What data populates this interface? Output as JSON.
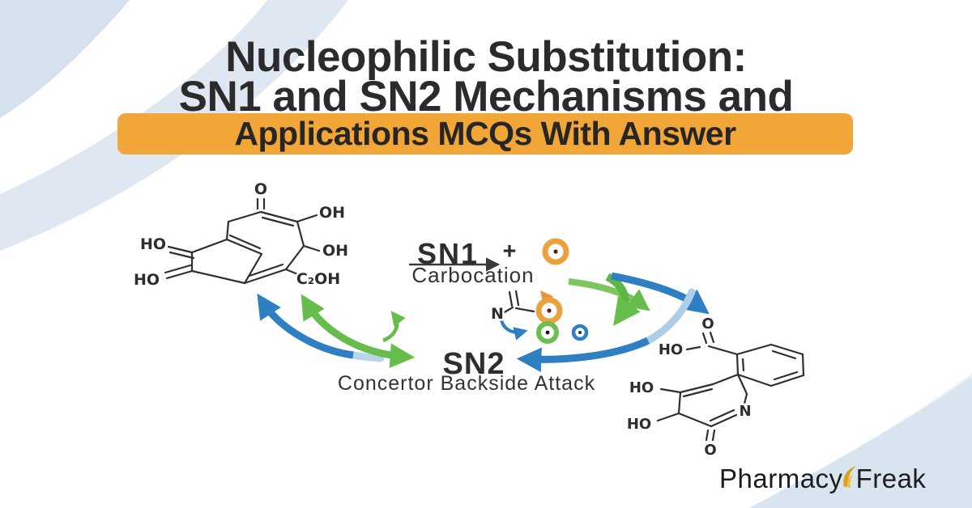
{
  "title": {
    "line1": "Nucleophilic Substitution:",
    "line2": "SN1 and SN2 Mechanisms and",
    "highlight": "Applications MCQs With Answer"
  },
  "mechanism_sn1": {
    "label": "SN1",
    "plus": "+",
    "description": "Carbocation"
  },
  "mechanism_sn2": {
    "label": "SN2",
    "description": "Concertor Backside Attack"
  },
  "molecule_left": {
    "o_top": "O",
    "oh_top_right": "OH",
    "oh_right": "OH",
    "c2oh": "C₂OH",
    "ho_top": "HO",
    "ho_bottom": "HO"
  },
  "fragment_center": {
    "n": "N"
  },
  "molecule_right": {
    "o_acid": "O",
    "ho_acid": "HO",
    "ho_top": "HO",
    "ho_bottom": "HO",
    "n": "N",
    "o_bottom": "O"
  },
  "logo": {
    "word1": "Pharmacy",
    "word2": "Freak"
  },
  "colors": {
    "highlight_bg": "#F2A637",
    "arrow_green": "#67BD4B",
    "arrow_blue": "#2F80C3",
    "arrow_light_blue": "#AECDE9",
    "ring_orange": "#E9A23C",
    "wave_blue": "#DBE5F1",
    "text_dark": "#2B2B2B",
    "logo_gold": "#D9A21B"
  }
}
